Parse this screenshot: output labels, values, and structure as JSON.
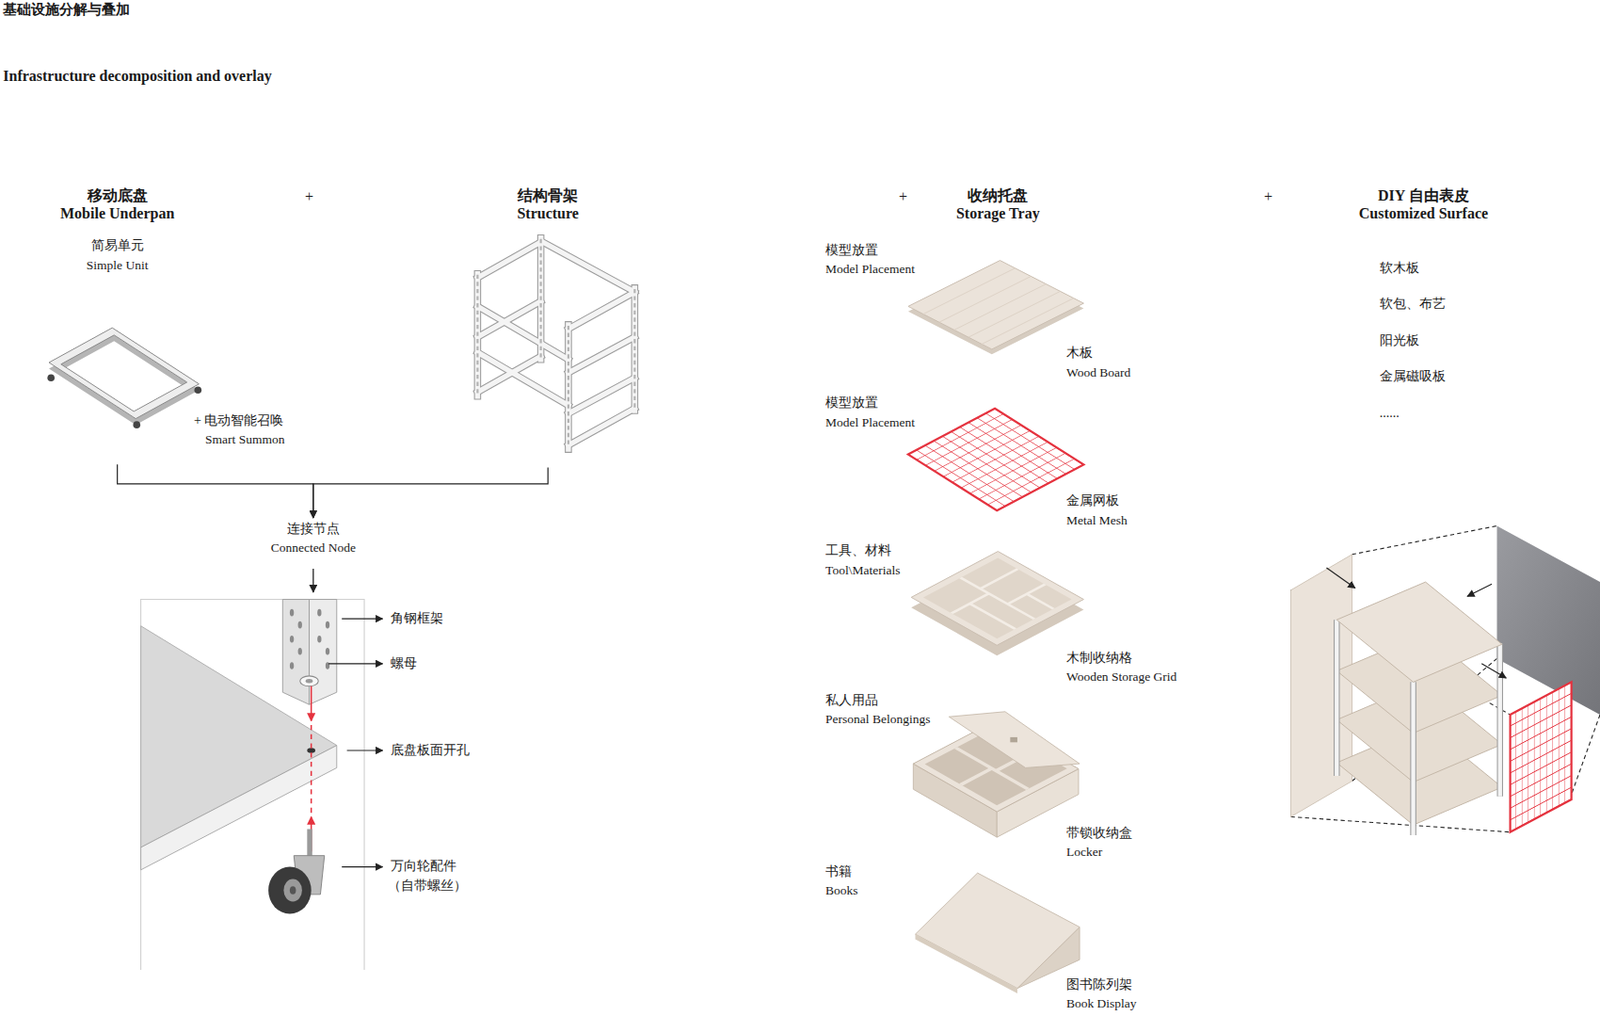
{
  "diagram": {
    "title": "基础设施分解与叠加",
    "nodes": [
      {
        "text": [
          "移动底盘",
          "Mobile Underpan"
        ]
      },
      {
        "text": [
          "结构骨架",
          "Structure"
        ]
      },
      {
        "text": [
          "收纳托盘",
          "Storage Tray"
        ]
      },
      {
        "text": [
          "DIY 自由表皮",
          "Customized Surface"
        ]
      },
      {
        "text": [
          "连接节点",
          "Connected Node"
        ]
      }
    ],
    "edges": [
      {
        "from": 0,
        "to": 4,
        "arrow": "to"
      },
      {
        "from": 1,
        "to": 4,
        "arrow": "to"
      }
    ],
    "labels": [
      "Infrastructure decomposition and overlay",
      "+",
      "+",
      "+",
      "简易单元",
      "Simple Unit",
      "+ 电动智能召唤",
      "Smart Summon",
      "角钢框架",
      "螺母",
      "底盘板面开孔",
      "万向轮配件",
      "（自带螺丝）",
      "模型放置",
      "Model Placement",
      "木板",
      "Wood Board",
      "模型放置",
      "Model Placement",
      "金属网板",
      "Metal Mesh",
      "工具、材料",
      "Tool\\Materials",
      "木制收纳格",
      "Wooden Storage Grid",
      "私人用品",
      "Personal Belongings",
      "带锁收纳盒",
      "Locker",
      "书籍",
      "Books",
      "图书陈列架",
      "Book Display",
      "软木板",
      "软包、布艺",
      "阳光板",
      "金属磁吸板",
      "......"
    ]
  }
}
